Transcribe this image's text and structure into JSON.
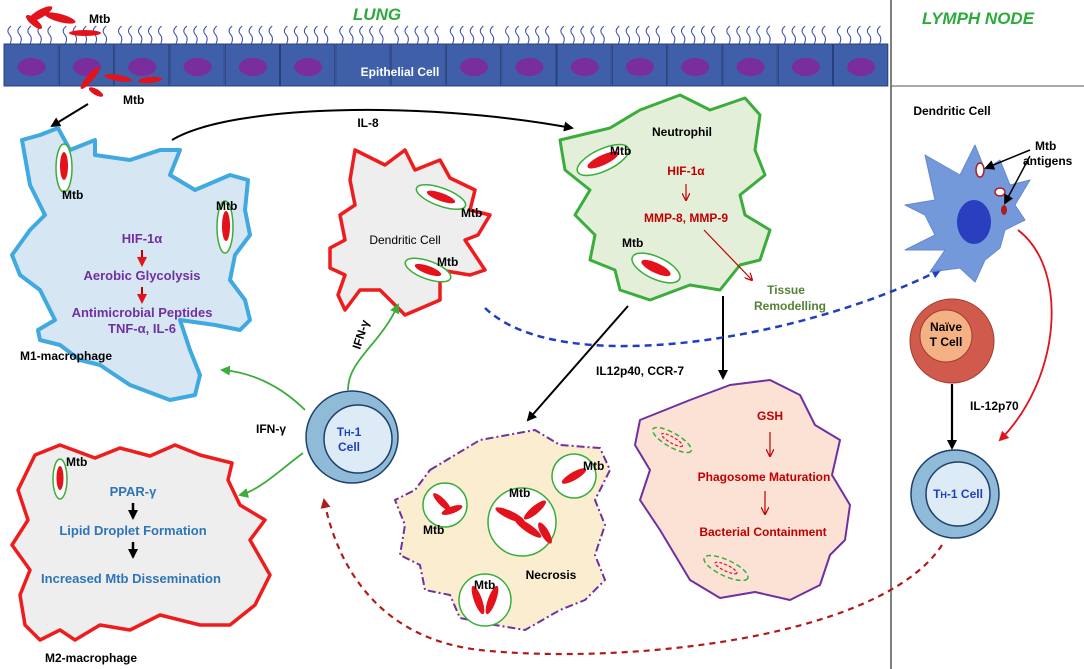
{
  "regions": {
    "lung": "LUNG",
    "lymph_node": "LYMPH NODE"
  },
  "epithelium": {
    "label": "Epithelial Cell"
  },
  "mtb": {
    "label": "Mtb"
  },
  "m1": {
    "name": "M1-macrophage",
    "steps": [
      "HIF-1α",
      "Aerobic Glycolysis",
      "Antimicrobial Peptides"
    ],
    "cytokines": "TNF-α, IL-6"
  },
  "lung_dc": {
    "name": "Dendritic Cell"
  },
  "neutrophil": {
    "name": "Neutrophil",
    "steps": [
      "HIF-1α",
      "MMP-8, MMP-9"
    ],
    "outcome_line1": "Tissue",
    "outcome_line2": "Remodelling"
  },
  "signals": {
    "il8": "IL-8",
    "ifn_dc": "IFN-γ",
    "ifn_m": "IFN-γ",
    "il12_ccr7": "IL12p40, CCR-7",
    "il12p70": "IL-12p70"
  },
  "th1_lung": {
    "line1_main": "T",
    "line1_sub": "H",
    "line1_rest": "-1",
    "line2": "Cell"
  },
  "m2": {
    "name": "M2-macrophage",
    "steps": [
      "PPAR-γ",
      "Lipid Droplet Formation",
      "Increased Mtb Dissemination"
    ]
  },
  "necrosis": {
    "label": "Necrosis"
  },
  "gsh_cell": {
    "steps": [
      "GSH",
      "Phagosome Maturation",
      "Bacterial Containment"
    ]
  },
  "lymph_dc": {
    "name": "Dendritic Cell",
    "antigens_line1": "Mtb",
    "antigens_line2": "antigens"
  },
  "naive_t": {
    "line1": "Naïve",
    "line2": "T Cell"
  },
  "th1_lymph": {
    "main": "T",
    "sub": "H",
    "rest": "-1 Cell"
  },
  "colors": {
    "region_title": "#2eaa3c",
    "epithelial_fill": "#3f5fa8",
    "nucleus": "#7a2e9e",
    "mtb": "#e3121b",
    "m1_outline": "#3fa9e0",
    "m1_fill": "#d7e6f3",
    "m1_text": "#7030a0",
    "red_outline": "#ee1c1c",
    "cell_grey_fill": "#eeeeee",
    "neutrophil_outline": "#3aad3a",
    "neutrophil_fill": "#e3efd9",
    "dark_red_text": "#c00000",
    "green_text": "#548235",
    "m2_text": "#2e75b6",
    "th1_fill": "#8fbbd9",
    "necrosis_fill": "#fbeed0",
    "gsh_fill": "#fbe2d5",
    "purple_outline": "#7030a0",
    "dc_blue": "#6d94d9",
    "naive_outer": "#d05a4c",
    "naive_inner": "#f4b183",
    "dashed_blue": "#1f3fbf",
    "dashed_red": "#b01c1c"
  }
}
